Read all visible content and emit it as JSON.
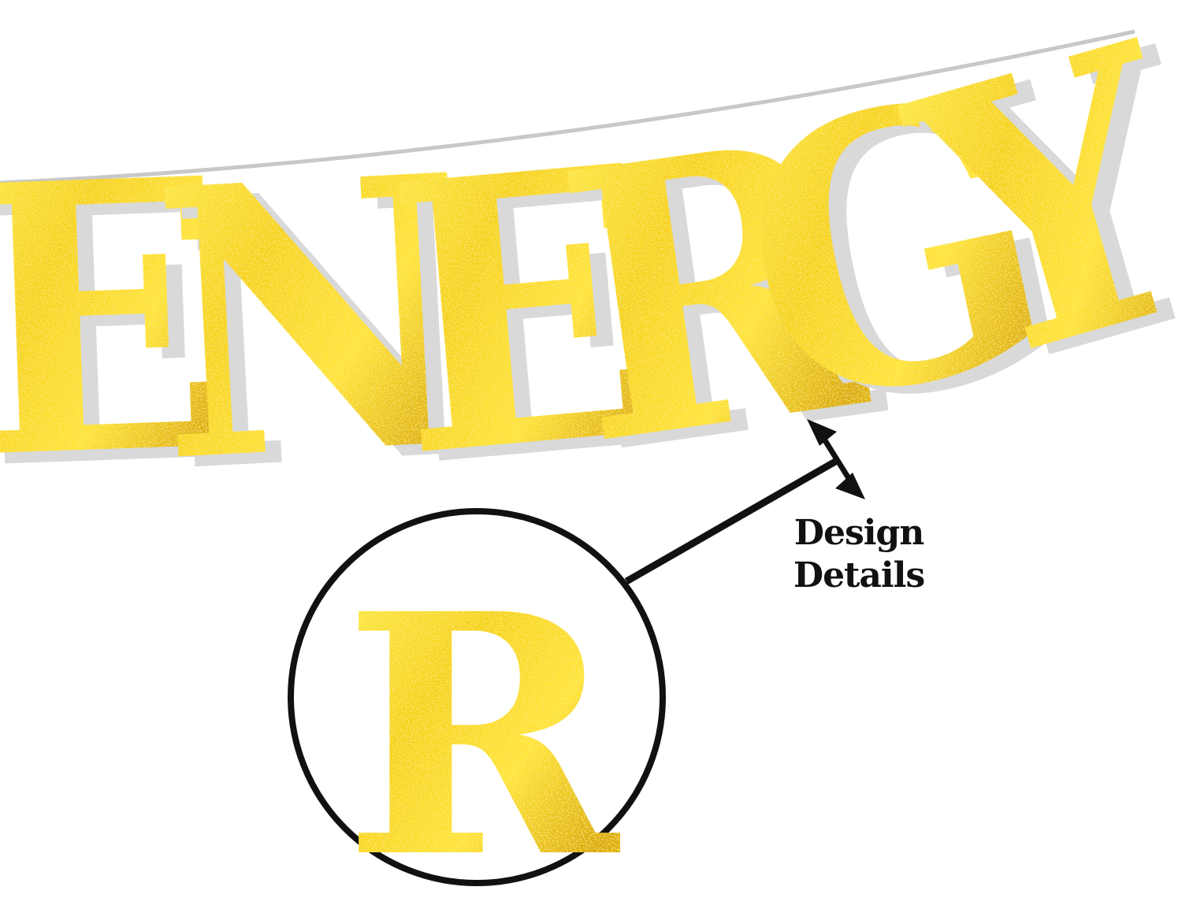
{
  "banner": {
    "letters": [
      "E",
      "N",
      "E",
      "R",
      "G",
      "Y"
    ]
  },
  "detail": {
    "letter": "R",
    "caption_line1": "Design",
    "caption_line2": "Details"
  },
  "colors": {
    "gold_light": "#ffe93a",
    "gold_mid": "#f3cc1a",
    "gold_dark": "#b88a00",
    "shadow": "#d9d9d9",
    "string": "#c8c8c8",
    "ink": "#111111"
  }
}
